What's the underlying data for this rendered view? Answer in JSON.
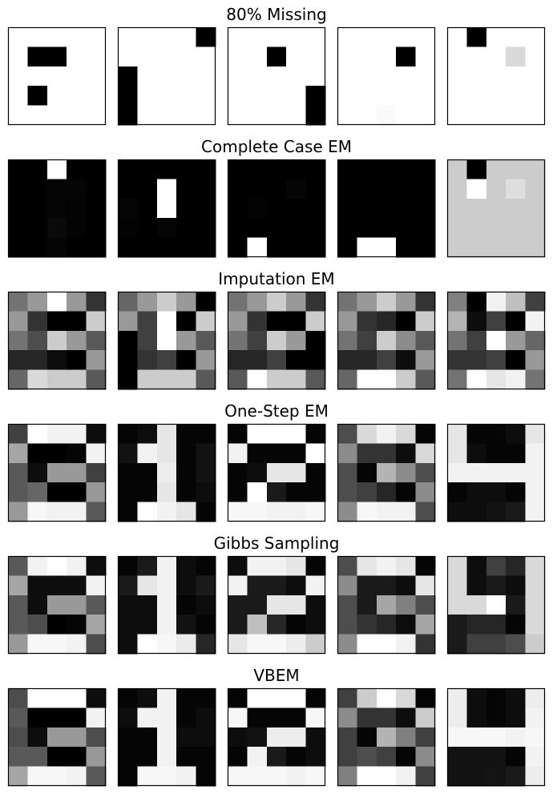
{
  "chart_data": {
    "type": "heatmap",
    "colormap": "gray",
    "value_range": [
      0,
      1
    ],
    "grid_size": [
      5,
      5
    ],
    "axes_ticks": false,
    "rows": [
      {
        "title": "80% Missing",
        "panels": [
          [
            [
              1,
              1,
              1,
              1,
              1
            ],
            [
              1,
              0,
              0,
              1,
              1
            ],
            [
              1,
              1,
              1,
              1,
              1
            ],
            [
              1,
              0,
              1,
              1,
              1
            ],
            [
              1,
              1,
              1,
              1,
              1
            ]
          ],
          [
            [
              1,
              1,
              1,
              1,
              0
            ],
            [
              1,
              1,
              1,
              1,
              1
            ],
            [
              0,
              1,
              1,
              1,
              1
            ],
            [
              0,
              1,
              1,
              1,
              1
            ],
            [
              0,
              1,
              1,
              1,
              1
            ]
          ],
          [
            [
              1,
              1,
              1,
              1,
              1
            ],
            [
              1,
              1,
              0,
              1,
              1
            ],
            [
              1,
              1,
              1,
              1,
              1
            ],
            [
              1,
              1,
              1,
              1,
              0
            ],
            [
              1,
              1,
              1,
              1,
              0
            ]
          ],
          [
            [
              1,
              1,
              1,
              1,
              1
            ],
            [
              1,
              1,
              1,
              0,
              1
            ],
            [
              1,
              1,
              1,
              1,
              1
            ],
            [
              1,
              1,
              1,
              1,
              1
            ],
            [
              1,
              1,
              0.98,
              1,
              1
            ]
          ],
          [
            [
              1,
              0,
              1,
              1,
              1
            ],
            [
              1,
              1,
              1,
              0.85,
              1
            ],
            [
              1,
              1,
              1,
              1,
              1
            ],
            [
              1,
              1,
              1,
              1,
              1
            ],
            [
              1,
              1,
              1,
              1,
              1
            ]
          ]
        ]
      },
      {
        "title": "Complete Case EM",
        "panels": [
          [
            [
              0,
              0,
              1,
              0,
              0
            ],
            [
              0,
              0,
              0.02,
              0.02,
              0
            ],
            [
              0,
              0,
              0.02,
              0.01,
              0
            ],
            [
              0,
              0,
              0.04,
              0.01,
              0
            ],
            [
              0,
              0,
              0.02,
              0,
              0
            ]
          ],
          [
            [
              0,
              0,
              0,
              0,
              0
            ],
            [
              0,
              0,
              1,
              0,
              0
            ],
            [
              0.02,
              0,
              1,
              0,
              0
            ],
            [
              0.01,
              0,
              0.02,
              0,
              0
            ],
            [
              0,
              0,
              0,
              0,
              0
            ]
          ],
          [
            [
              0,
              0,
              0,
              0,
              0
            ],
            [
              0,
              0,
              0,
              0.02,
              0
            ],
            [
              0,
              0.01,
              0,
              0,
              0
            ],
            [
              0,
              0,
              0,
              0,
              0
            ],
            [
              0,
              1,
              0,
              0,
              0
            ]
          ],
          [
            [
              0,
              0,
              0,
              0,
              0
            ],
            [
              0,
              0,
              0,
              0,
              0
            ],
            [
              0,
              0,
              0,
              0,
              0
            ],
            [
              0,
              0,
              0,
              0,
              0
            ],
            [
              0,
              1,
              1,
              0,
              0
            ]
          ],
          [
            [
              0.8,
              0,
              0.8,
              0.8,
              0.8
            ],
            [
              0.8,
              1,
              0.8,
              0.87,
              0.8
            ],
            [
              0.8,
              0.8,
              0.8,
              0.8,
              0.8
            ],
            [
              0.8,
              0.8,
              0.8,
              0.8,
              0.8
            ],
            [
              0.8,
              0.8,
              0.8,
              0.8,
              0.8
            ]
          ]
        ]
      },
      {
        "title": "Imputation EM",
        "panels": [
          [
            [
              0.45,
              0.6,
              1,
              0.6,
              0.2
            ],
            [
              0.6,
              0.2,
              0,
              0,
              0.8
            ],
            [
              0.45,
              0.3,
              0.8,
              0.6,
              0.35
            ],
            [
              0.15,
              0.15,
              0.05,
              0,
              0.6
            ],
            [
              0.4,
              0.85,
              0.8,
              0.8,
              0.35
            ]
          ],
          [
            [
              0.4,
              0.6,
              0.8,
              0.6,
              0
            ],
            [
              0.6,
              0.25,
              1,
              0,
              0.8
            ],
            [
              0,
              0.25,
              1,
              0.6,
              0.35
            ],
            [
              0,
              0.2,
              0.25,
              0,
              0.6
            ],
            [
              0,
              0.8,
              0.8,
              0.8,
              0.35
            ]
          ],
          [
            [
              0.45,
              0.6,
              0.8,
              0.6,
              0.2
            ],
            [
              0.6,
              0.2,
              0,
              0,
              0.8
            ],
            [
              0.45,
              0.25,
              0.8,
              0.6,
              0
            ],
            [
              0.15,
              0.15,
              0.25,
              0,
              0
            ],
            [
              0.35,
              1,
              0.8,
              0.8,
              0.35
            ]
          ],
          [
            [
              0.45,
              0.6,
              0.8,
              0.6,
              0.2
            ],
            [
              0.6,
              0.2,
              0.15,
              0,
              0.8
            ],
            [
              0.45,
              0.25,
              0.8,
              0.55,
              0.35
            ],
            [
              0.15,
              0.15,
              0.25,
              0.05,
              0.6
            ],
            [
              0.4,
              1,
              1,
              0.8,
              0.35
            ]
          ],
          [
            [
              0.5,
              0,
              0.95,
              0.75,
              0.25
            ],
            [
              0.7,
              0.05,
              0.25,
              0,
              0.95
            ],
            [
              0.45,
              0.25,
              1,
              0.6,
              0.4
            ],
            [
              0.2,
              0.2,
              0.25,
              0,
              0.6
            ],
            [
              0.45,
              1,
              0.9,
              0.95,
              0.45
            ]
          ]
        ]
      },
      {
        "title": "One-Step EM",
        "panels": [
          [
            [
              0.25,
              1,
              0.95,
              0.95,
              0.05
            ],
            [
              0.65,
              0,
              0,
              0.02,
              0.95
            ],
            [
              0.35,
              0.05,
              0.6,
              0.6,
              0.25
            ],
            [
              0.35,
              0.4,
              0,
              0,
              0.6
            ],
            [
              0.6,
              0.97,
              0.95,
              0.95,
              0.35
            ]
          ],
          [
            [
              0.02,
              0.05,
              0.9,
              0.02,
              0.02
            ],
            [
              0.07,
              0.95,
              0.9,
              0.02,
              0.07
            ],
            [
              0.02,
              0.02,
              0.93,
              0.02,
              0.07
            ],
            [
              0.02,
              0.02,
              0.9,
              0.02,
              0.05
            ],
            [
              0.02,
              1,
              0.95,
              0.9,
              0.02
            ]
          ],
          [
            [
              0.02,
              1,
              1,
              1,
              0.02
            ],
            [
              0.95,
              0.02,
              0.02,
              0.02,
              1
            ],
            [
              0.02,
              0.05,
              0.9,
              0.9,
              0.02
            ],
            [
              0.02,
              1,
              0.1,
              0.02,
              0.02
            ],
            [
              0.97,
              0.97,
              0.95,
              0.95,
              0.97
            ]
          ],
          [
            [
              0.3,
              0.85,
              0.95,
              0.85,
              0.02
            ],
            [
              0.55,
              0.2,
              0.2,
              0.05,
              0.85
            ],
            [
              0.3,
              0.02,
              0.7,
              0.55,
              0.3
            ],
            [
              0.3,
              0.25,
              0.15,
              0.02,
              0.55
            ],
            [
              0.55,
              0.97,
              0.95,
              0.95,
              0.3
            ]
          ],
          [
            [
              0.9,
              0.02,
              0.02,
              0.05,
              0.9
            ],
            [
              0.9,
              0.05,
              0.02,
              0.02,
              0.95
            ],
            [
              0.95,
              0.95,
              0.95,
              0.95,
              0.95
            ],
            [
              0.02,
              0.05,
              0.05,
              0.02,
              0.95
            ],
            [
              0.05,
              0.05,
              0.07,
              0.1,
              0.95
            ]
          ]
        ]
      },
      {
        "title": "Gibbs Sampling",
        "panels": [
          [
            [
              0.35,
              0.95,
              1,
              0.95,
              0.05
            ],
            [
              0.65,
              0.05,
              0.05,
              0.05,
              0.95
            ],
            [
              0.35,
              0.05,
              0.6,
              0.6,
              0.35
            ],
            [
              0.35,
              0.3,
              0,
              0.02,
              0.65
            ],
            [
              0.6,
              0.97,
              0.97,
              0.95,
              0.3
            ]
          ],
          [
            [
              0.02,
              0.1,
              0.95,
              0.05,
              0.02
            ],
            [
              0.1,
              0.9,
              0.95,
              0.05,
              0.1
            ],
            [
              0.05,
              0.05,
              0.95,
              0.02,
              0.05
            ],
            [
              0.05,
              0.05,
              0.95,
              0.07,
              0.02
            ],
            [
              0.05,
              1,
              0.97,
              0.92,
              0.15
            ]
          ],
          [
            [
              0.05,
              0.95,
              0.95,
              0.9,
              0.02
            ],
            [
              0.95,
              0.1,
              0.1,
              0.05,
              0.95
            ],
            [
              0.1,
              0.1,
              0.9,
              0.9,
              0.05
            ],
            [
              0.1,
              0.75,
              0.15,
              0.02,
              0.05
            ],
            [
              0.9,
              0.97,
              0.97,
              0.93,
              0.8
            ]
          ],
          [
            [
              0.3,
              0.9,
              0.95,
              0.9,
              0.02
            ],
            [
              0.55,
              0.1,
              0.1,
              0.05,
              0.9
            ],
            [
              0.3,
              0.1,
              0.65,
              0.5,
              0.3
            ],
            [
              0.3,
              0.2,
              0.15,
              0.05,
              0.65
            ],
            [
              0.55,
              1,
              1,
              0.95,
              0.2
            ]
          ],
          [
            [
              0.85,
              0.05,
              0.25,
              0.15,
              0.85
            ],
            [
              0.85,
              0.05,
              0.1,
              0.05,
              0.85
            ],
            [
              0.85,
              0.85,
              1,
              0.1,
              0.85
            ],
            [
              0.1,
              0.15,
              0.15,
              0.02,
              0.85
            ],
            [
              0.1,
              0.25,
              0.25,
              0.3,
              0.8
            ]
          ]
        ]
      },
      {
        "title": "VBEM",
        "panels": [
          [
            [
              0.3,
              1,
              1,
              1,
              0.05
            ],
            [
              0.35,
              0,
              0,
              0,
              0.95
            ],
            [
              0.3,
              0.05,
              0.6,
              0.6,
              0.3
            ],
            [
              0.35,
              0.35,
              0,
              0,
              0.6
            ],
            [
              0.65,
              0.97,
              0.97,
              0.95,
              0.35
            ]
          ],
          [
            [
              0.02,
              0.05,
              0.95,
              0.02,
              0.02
            ],
            [
              0.05,
              0.95,
              0.95,
              0.02,
              0.05
            ],
            [
              0.02,
              0.02,
              0.95,
              0.05,
              0.05
            ],
            [
              0.02,
              0.02,
              0.95,
              0.02,
              0.02
            ],
            [
              0.02,
              0.97,
              0.97,
              0.95,
              0.02
            ]
          ],
          [
            [
              0.02,
              1,
              1,
              1,
              0.02
            ],
            [
              0.97,
              0.02,
              0.02,
              0.02,
              0.97
            ],
            [
              0.05,
              0.07,
              0.93,
              0.93,
              0.05
            ],
            [
              0.02,
              0.95,
              0.1,
              0.02,
              0.05
            ],
            [
              0.97,
              0.97,
              0.97,
              0.95,
              0.97
            ]
          ],
          [
            [
              0.25,
              0.8,
              1,
              0.85,
              0.02
            ],
            [
              0.55,
              0.2,
              0.2,
              0.05,
              0.8
            ],
            [
              0.25,
              0.02,
              0.7,
              0.5,
              0.25
            ],
            [
              0.25,
              0.3,
              0.25,
              0.02,
              0.55
            ],
            [
              0.5,
              1,
              1,
              0.95,
              0.25
            ]
          ],
          [
            [
              0.93,
              0.05,
              0.02,
              0.05,
              0.93
            ],
            [
              0.93,
              0.05,
              0.02,
              0.05,
              0.95
            ],
            [
              0.97,
              0.97,
              0.97,
              0.95,
              0.97
            ],
            [
              0.07,
              0.07,
              0.07,
              0.02,
              0.95
            ],
            [
              0.07,
              0.07,
              0.08,
              0.1,
              0.93
            ]
          ]
        ]
      }
    ]
  }
}
